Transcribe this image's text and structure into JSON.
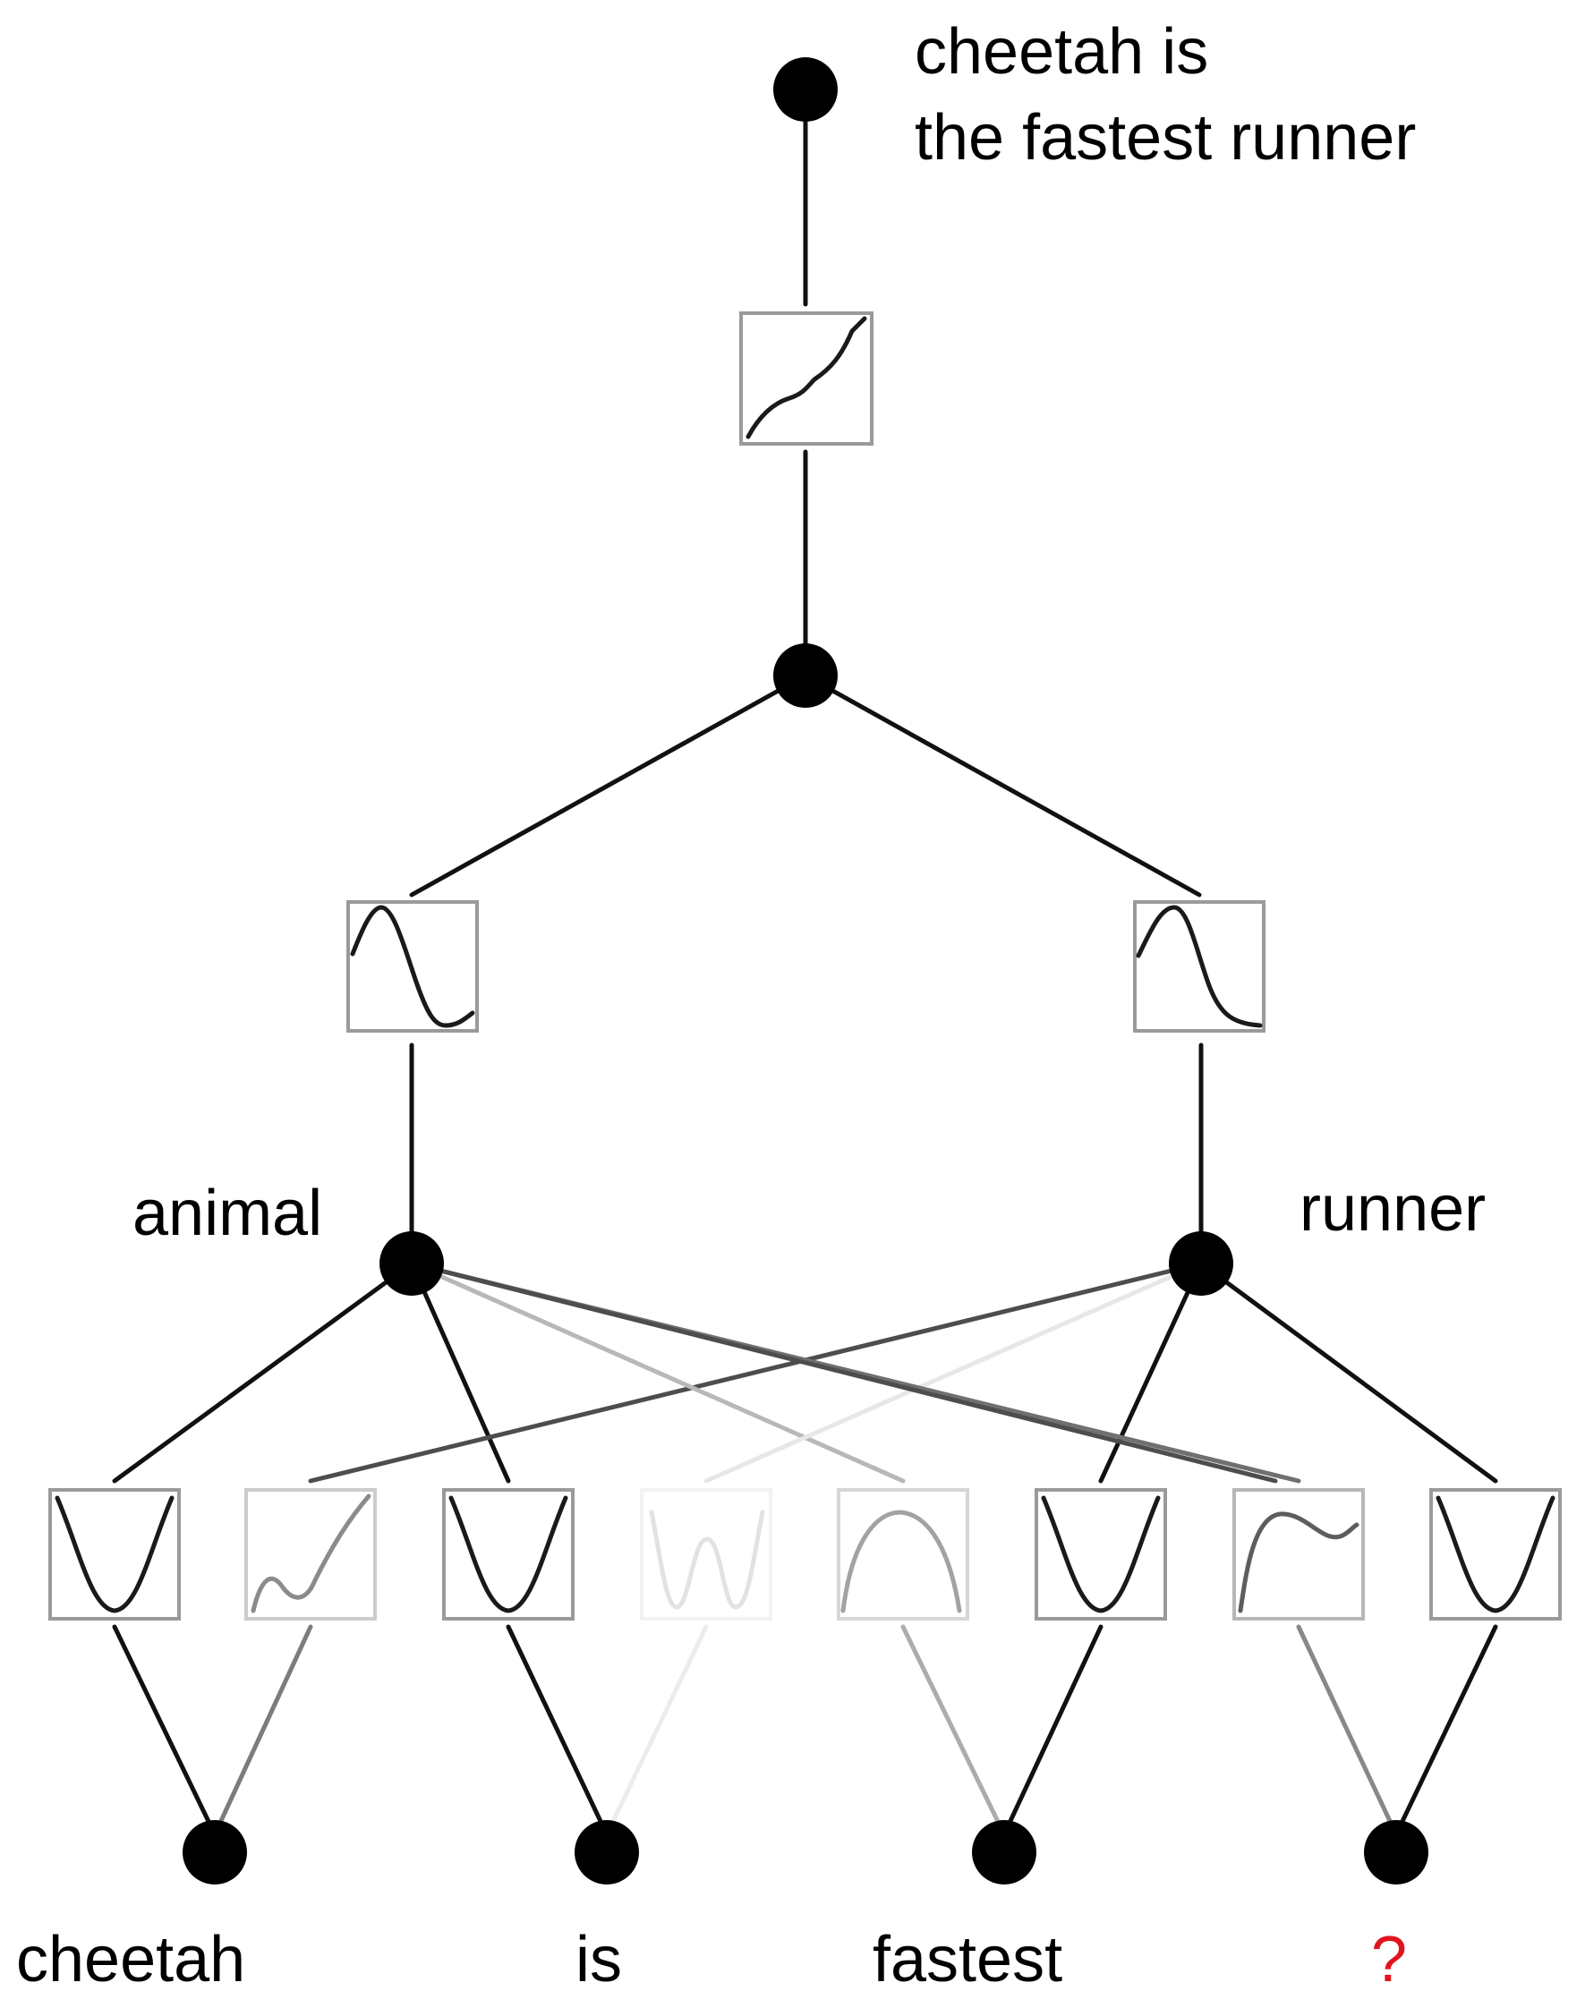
{
  "root_label_line1": "cheetah is",
  "root_label_line2": "the fastest runner",
  "hidden_labels": {
    "left": "animal",
    "right": "runner"
  },
  "input_labels": [
    "cheetah",
    "is",
    "fastest",
    "?"
  ],
  "colors": {
    "node": "#000000",
    "box_border": "#9a9a9a",
    "question_mark": "#e0141e"
  },
  "activation_icons": {
    "top": "increasing-curve-icon",
    "middle_left": "bump-curve-icon",
    "middle_right": "bump-curve-icon",
    "bottom": [
      "u-curve-icon",
      "wavy-rising-curve-icon",
      "u-curve-icon",
      "w-curve-icon",
      "arch-curve-icon",
      "u-curve-icon",
      "peak-decay-curve-icon",
      "u-curve-icon"
    ]
  },
  "bottom_edge_strength": [
    1,
    0.55,
    1,
    0.08,
    0.35,
    1,
    0.5,
    1
  ],
  "cross_edge_strength": [
    0.75,
    0.3,
    0.1,
    0.6,
    0.75
  ]
}
